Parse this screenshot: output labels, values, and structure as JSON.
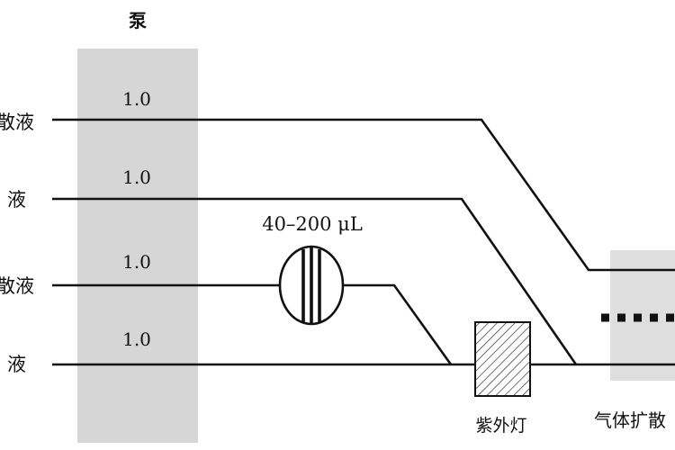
{
  "pump": {
    "title": "泵",
    "rates": [
      "1.0",
      "1.0",
      "1.0",
      "1.0"
    ]
  },
  "lines": {
    "labels": [
      "散液",
      "液",
      "散液",
      "液"
    ]
  },
  "loop": {
    "volume": "40–200 μL"
  },
  "uv_lamp": {
    "label": "紫外灯"
  },
  "diffusion": {
    "label": "气体扩散"
  },
  "colors": {
    "pump_band": "#d6d6d6",
    "diffusion_band": "#dedede",
    "line": "#111111",
    "background": "#ffffff"
  }
}
